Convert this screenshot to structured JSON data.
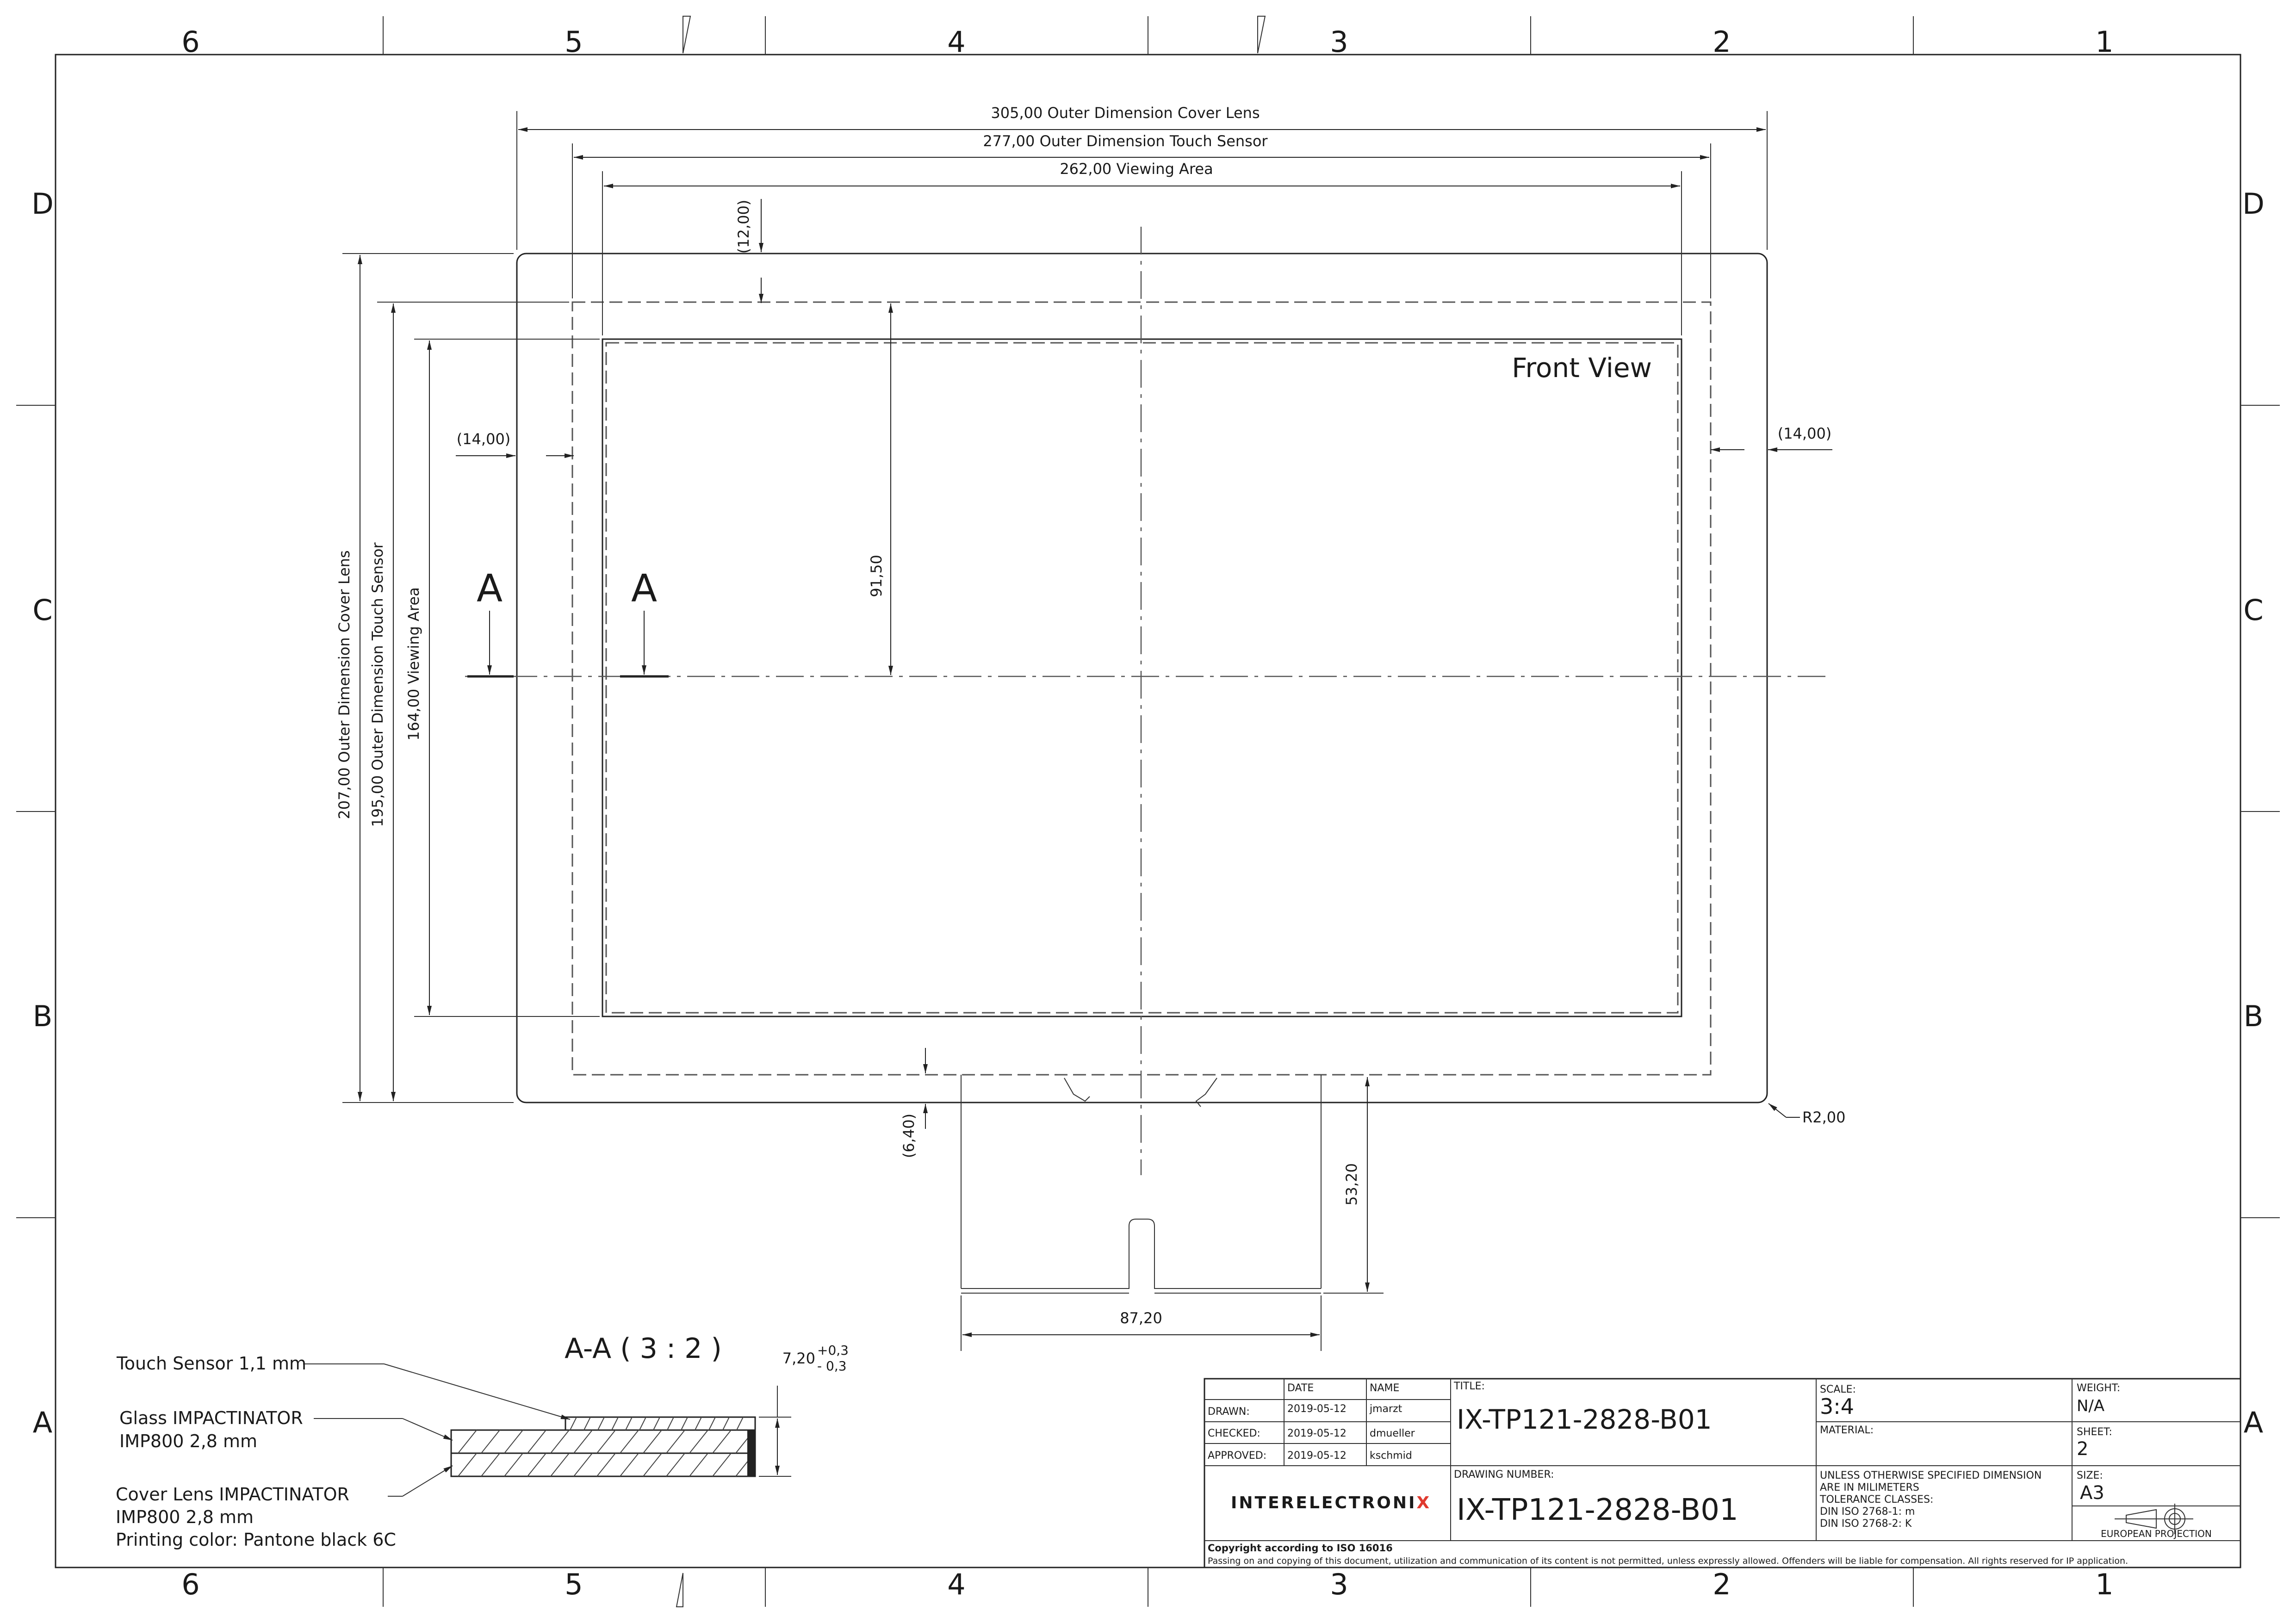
{
  "border": {
    "columns": [
      "6",
      "5",
      "4",
      "3",
      "2",
      "1"
    ],
    "rows": [
      "D",
      "C",
      "B",
      "A"
    ]
  },
  "view": {
    "title": "Front View",
    "section_mark": "A",
    "section_title": "A-A ( 3 : 2 )"
  },
  "dimensions": {
    "cover_lens_width": "305,00 Outer Dimension Cover Lens",
    "touch_sensor_width": "277,00 Outer Dimension Touch Sensor",
    "viewing_area_width": "262,00 Viewing Area",
    "top_margin": "(12,00)",
    "left_margin": "(14,00)",
    "right_margin": "(14,00)",
    "center_height": "91,50",
    "cover_lens_height": "207,00 Outer Dimension Cover Lens",
    "touch_sensor_height": "195,00 Outer Dimension Touch Sensor",
    "viewing_area_height": "164,00 Viewing Area",
    "corner_radius": "R2,00",
    "bottom_gap": "(6,40)",
    "tail_length": "53,20",
    "tail_width": "87,20",
    "stack_thickness": "7,20",
    "tol_plus": "+0,3",
    "tol_minus": "- 0,3"
  },
  "section_labels": {
    "touch_sensor": "Touch Sensor 1,1 mm",
    "glass_line1": "Glass IMPACTINATOR",
    "glass_line2": "IMP800 2,8 mm",
    "cover_line1": "Cover Lens IMPACTINATOR",
    "cover_line2": "IMP800 2,8 mm",
    "cover_line3": "Printing color: Pantone black 6C"
  },
  "title_block": {
    "col_date": "DATE",
    "col_name": "NAME",
    "rows": [
      {
        "role": "DRAWN:",
        "date": "2019-05-12",
        "name": "jmarzt"
      },
      {
        "role": "CHECKED:",
        "date": "2019-05-12",
        "name": "dmueller"
      },
      {
        "role": "APPROVED:",
        "date": "2019-05-12",
        "name": "kschmid"
      }
    ],
    "title_label": "TITLE:",
    "title_value": "IX-TP121-2828-B01",
    "drawing_number_label": "DRAWING NUMBER:",
    "drawing_number_value": "IX-TP121-2828-B01",
    "company_main": "INTERELECTRONI",
    "company_accent": "X",
    "accent_color": "#e03a2f",
    "scale_label": "SCALE:",
    "scale_value": "3:4",
    "material_label": "MATERIAL:",
    "weight_label": "WEIGHT:",
    "weight_value": "N/A",
    "sheet_label": "SHEET:",
    "sheet_value": "2",
    "size_label": "SIZE:",
    "size_value": "A3",
    "tolerance_lines": [
      "UNLESS OTHERWISE SPECIFIED DIMENSION",
      "ARE IN MILIMETERS",
      "TOLERANCE CLASSES:",
      "DIN ISO 2768-1: m",
      "DIN ISO 2768-2: K"
    ],
    "projection": "EUROPEAN PROJECTION",
    "copyright_title": "Copyright according to ISO 16016",
    "copyright_text": "Passing on and copying of this document, utilization and communication of its content is not permitted, unless expressly allowed. Offenders will be liable for compensation. All rights reserved for IP application."
  }
}
